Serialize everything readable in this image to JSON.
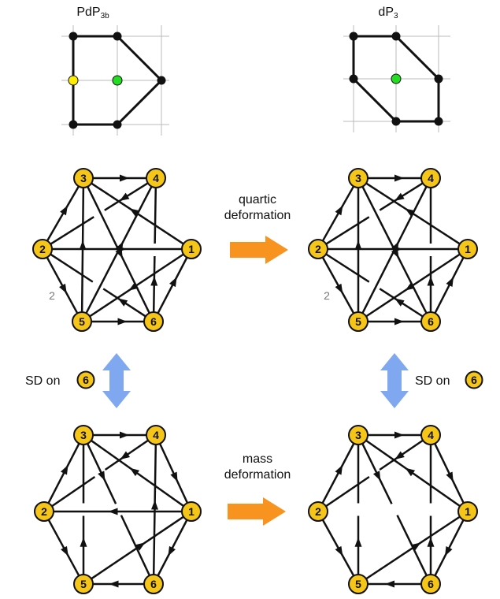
{
  "titles": {
    "left": {
      "base": "PdP",
      "sub": "3b"
    },
    "right": {
      "base": "dP",
      "sub": "3"
    }
  },
  "labels": {
    "quartic_line1": "quartic",
    "quartic_line2": "deformation",
    "mass_line1": "mass",
    "mass_line2": "deformation",
    "sd_left_text": "SD on",
    "sd_left_node": "6",
    "sd_right_text": "SD on",
    "sd_right_node": "6"
  },
  "quivers": {
    "nodes": [
      "1",
      "2",
      "3",
      "4",
      "5",
      "6"
    ],
    "multiplicity_label": "2"
  },
  "colors": {
    "node_fill": "#f5c518",
    "node_stroke": "#111111",
    "edge": "#111111",
    "orange_arrow": "#f7931e",
    "blue_arrow": "#7fa8f0",
    "toric_yellow": "#ffee00",
    "toric_green": "#22dd22",
    "grid": "#bbbbbb"
  }
}
